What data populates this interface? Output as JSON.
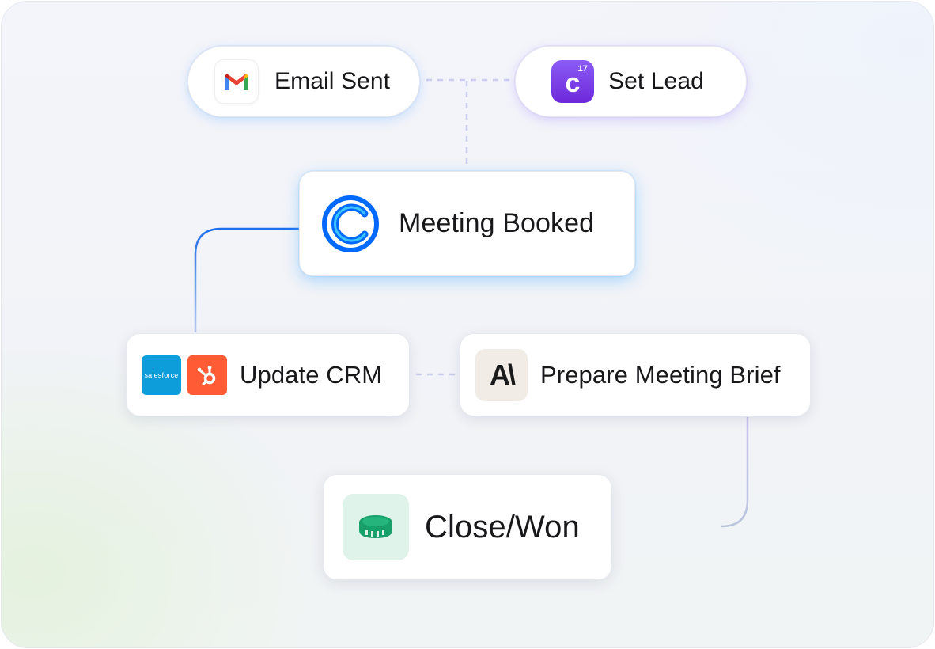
{
  "nodes": {
    "email_sent": {
      "label": "Email Sent",
      "icon": "gmail-icon"
    },
    "set_lead": {
      "label": "Set Lead",
      "icon": "calendar-icon",
      "icon_badge": "17",
      "icon_letter": "c"
    },
    "meeting_booked": {
      "label": "Meeting Booked",
      "icon": "calendly-icon"
    },
    "update_crm": {
      "label": "Update CRM",
      "icons": [
        "salesforce-icon",
        "hubspot-icon"
      ],
      "salesforce_text": "salesforce"
    },
    "prepare_brief": {
      "label": "Prepare Meeting Brief",
      "icon": "anthropic-icon",
      "icon_text": "A\\"
    },
    "close_won": {
      "label": "Close/Won",
      "icon": "coin-icon"
    }
  },
  "colors": {
    "connector_solid_blue": "#1d6ff0",
    "connector_dashed": "#c9ccec",
    "connector_green": "#3fae8e",
    "connector_lavender": "#c7c3ea",
    "calendly_blue": "#0069ff",
    "calendar_purple": "#7c3aed",
    "salesforce_blue": "#0d9dda",
    "hubspot_orange": "#ff5c35",
    "coin_green": "#18a06a"
  }
}
